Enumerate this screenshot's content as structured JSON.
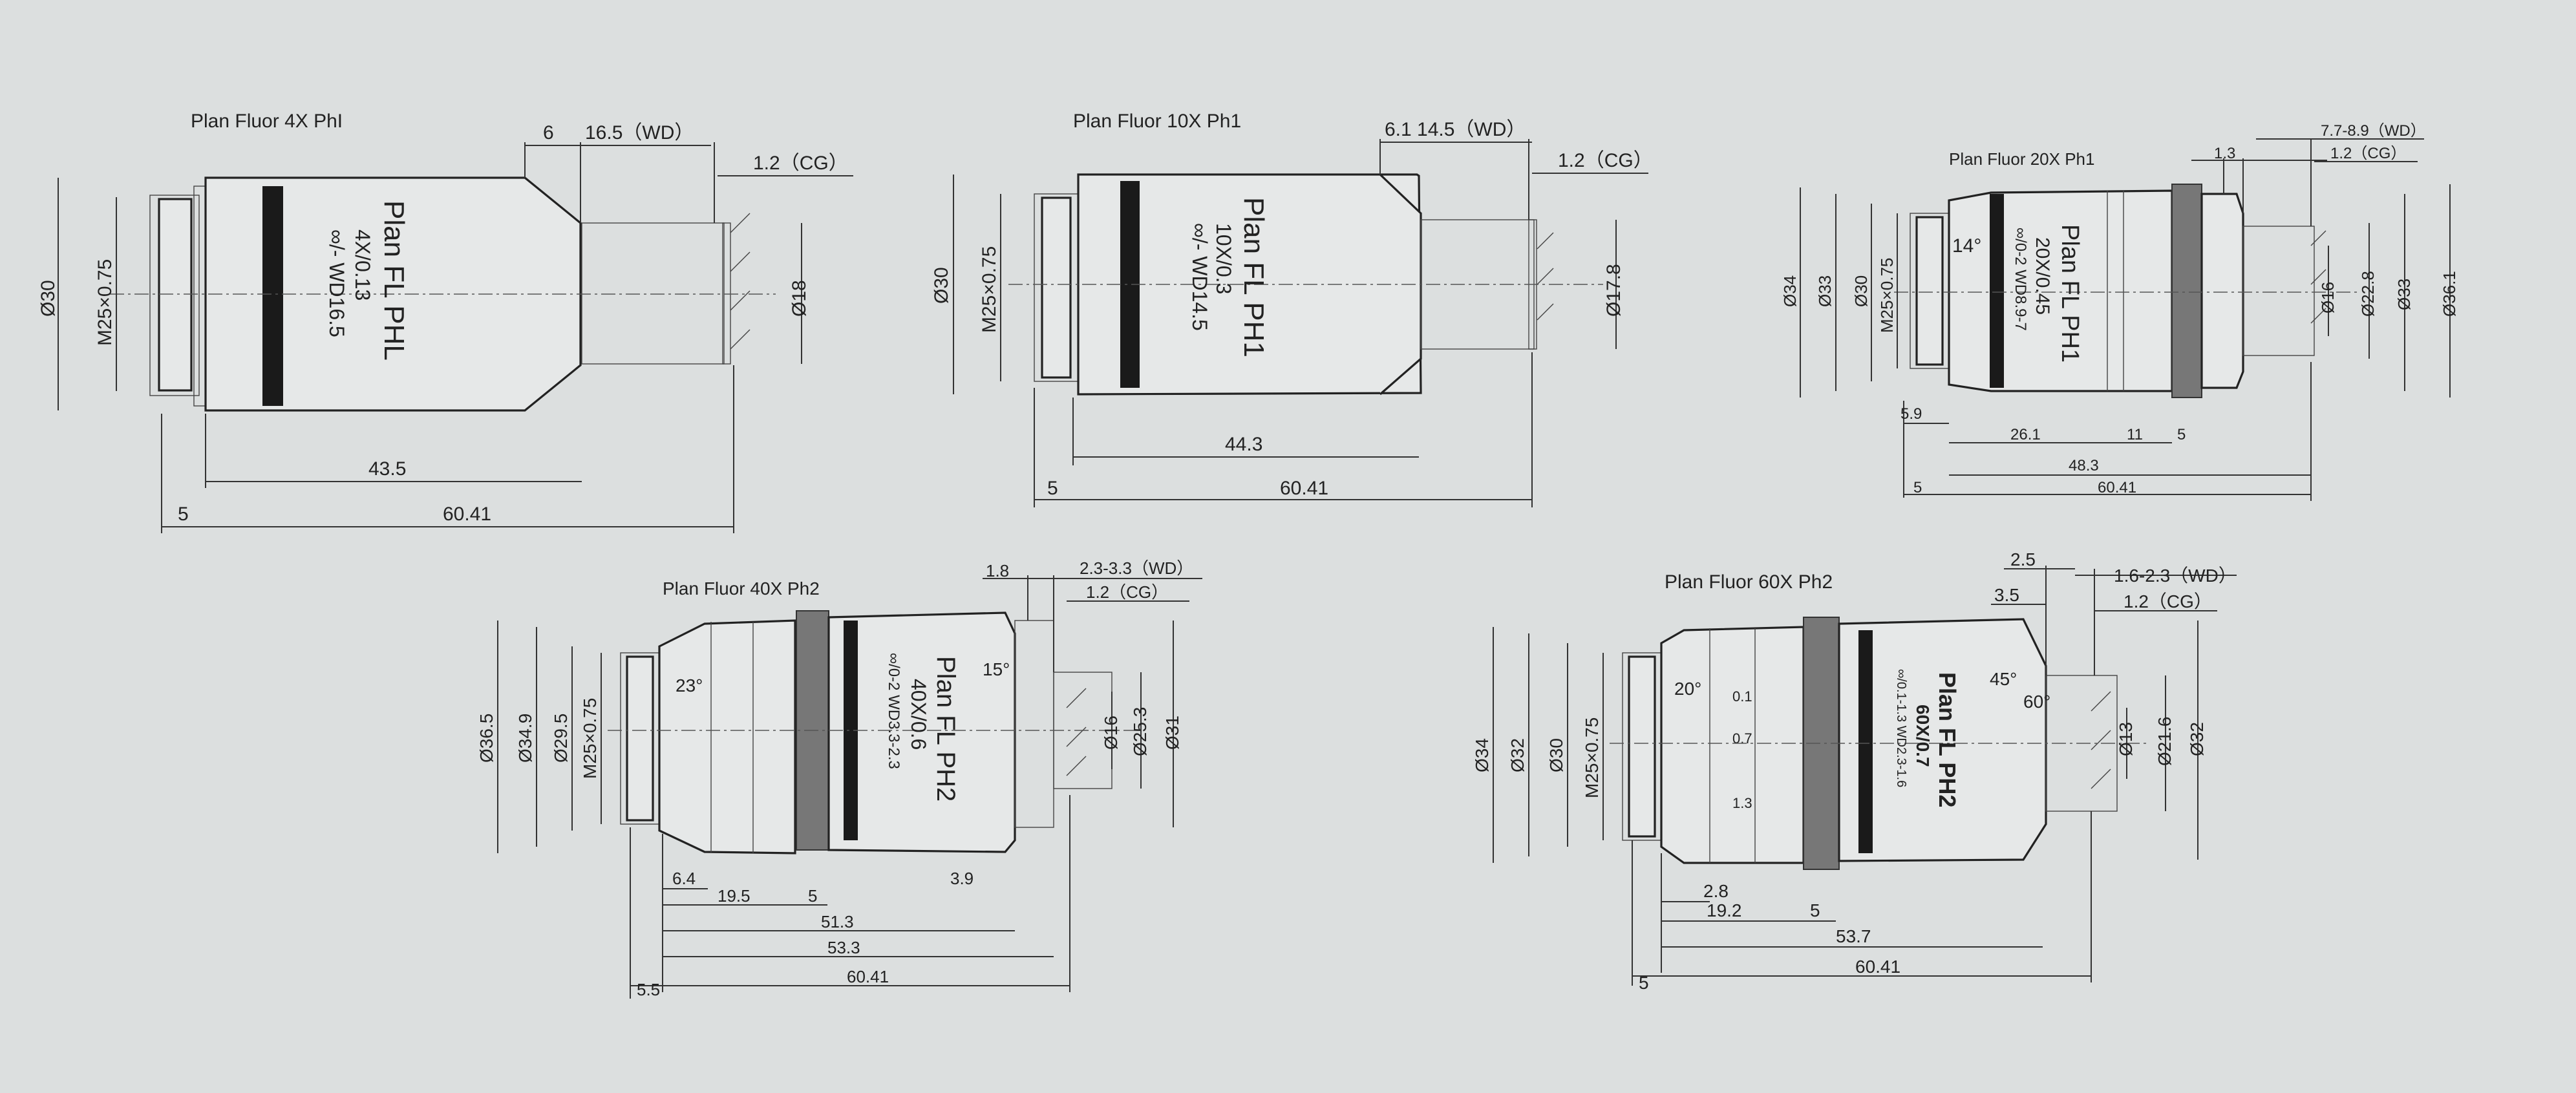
{
  "drawings": [
    {
      "title": "Plan Fluor  4X PhI",
      "label": {
        "line1": "Plan FL PHL",
        "line2": "4X/0.13",
        "line3": "∞/- WD16.5"
      },
      "dims": {
        "d1": "6",
        "wd": "16.5（WD）",
        "cg": "1.2（CG）",
        "dia_outer": "Ø30",
        "thread": "M25×0.75",
        "dia_front": "Ø18",
        "parfocal_len": "43.5",
        "flange": "5",
        "total": "60.41"
      }
    },
    {
      "title": "Plan Fluor  10X  Ph1",
      "label": {
        "line1": "Plan FL PH1",
        "line2": "10X/0.3",
        "line3": "∞/- WD14.5"
      },
      "dims": {
        "wd": "6.1 14.5（WD）",
        "cg": "1.2（CG）",
        "dia_outer": "Ø30",
        "thread": "M25×0.75",
        "dia_front": "Ø17.8",
        "parfocal_len": "44.3",
        "flange": "5",
        "total": "60.41"
      }
    },
    {
      "title": "Plan Fluor  20X Ph1",
      "label": {
        "line1": "Plan FL PH1",
        "line2": "20X/0.45",
        "line3": "∞/0-2 WD8.9-7"
      },
      "dims": {
        "d1": "1.3",
        "wd": "7.7-8.9（WD）",
        "cg": "1.2（CG）",
        "angle": "14°",
        "d34": "Ø34",
        "d33": "Ø33",
        "d30": "Ø30",
        "thread": "M25×0.75",
        "d16": "Ø16",
        "d22": "Ø22.8",
        "d33b": "Ø33",
        "d36": "Ø36.1",
        "a": "5.9",
        "b": "26.1",
        "c": "11",
        "d": "5",
        "e": "48.3",
        "flange": "5",
        "total": "60.41"
      }
    },
    {
      "title": "Plan Fluor  40X Ph2",
      "label": {
        "line1": "Plan FL PH2",
        "line2": "40X/0.6",
        "line3": "∞/0-2 WD3.3-2.3"
      },
      "dims": {
        "d1": "1.8",
        "wd": "2.3-3.3（WD）",
        "cg": "1.2（CG）",
        "angle1": "23°",
        "angle2": "15°",
        "d365": "Ø36.5",
        "d349": "Ø34.9",
        "d295": "Ø29.5",
        "thread": "M25×0.75",
        "d16": "Ø16",
        "d253": "Ø25.3",
        "d31": "Ø31",
        "a": "6.4",
        "b": "19.5",
        "c": "5",
        "d": "3.9",
        "e": "51.3",
        "f": "53.3",
        "flange": "5.5",
        "total": "60.41"
      }
    },
    {
      "title": "Plan Fluor  60X Ph2",
      "label": {
        "line1": "Plan FL PH2",
        "line2": "60X/0.7",
        "line3": "∞/0.1-1.3 WD2.3-1.6"
      },
      "dims": {
        "d1": "2.5",
        "d2": "3.5",
        "wd": "1.6-2.3（WD）",
        "cg": "1.2（CG）",
        "angle1": "20°",
        "angle2": "45°",
        "angle3": "60°",
        "d34": "Ø34",
        "d32": "Ø32",
        "d30": "Ø30",
        "thread": "M25×0.75",
        "d13": "Ø13",
        "d216": "Ø21.6",
        "d32b": "Ø32",
        "ring1": "0.1",
        "ring2": "0.7",
        "ring3": "1.3",
        "a": "2.8",
        "b": "19.2",
        "c": "5",
        "e": "53.7",
        "flange": "5",
        "total": "60.41"
      }
    }
  ]
}
